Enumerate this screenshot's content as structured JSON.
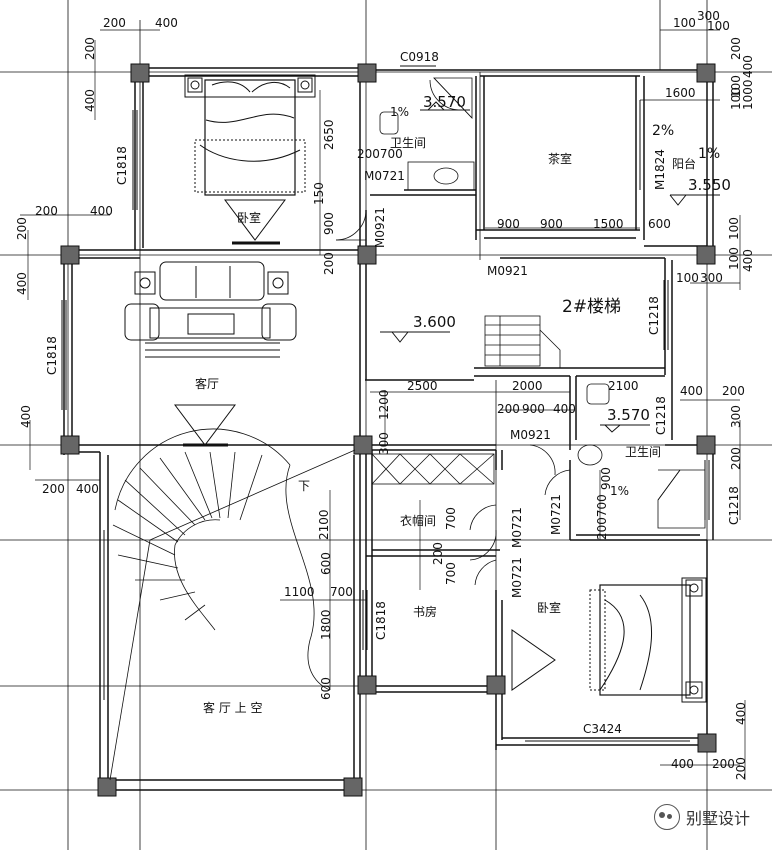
{
  "rooms": {
    "bedroom_top": "卧室",
    "bedroom_right": "卧室",
    "living": "客厅",
    "living_void": "客 厅 上 空",
    "tea_room": "茶室",
    "bath_top": "卫生间",
    "bath_right": "卫生间",
    "balcony": "阳台",
    "stair2": "2#楼梯",
    "cloak": "衣帽间",
    "study": "书房",
    "stair_down": "下"
  },
  "levels": {
    "bath_top": "3.570",
    "balcony": "3.550",
    "hall": "3.600",
    "bath_right": "3.570"
  },
  "slopes": {
    "bath_top": "1%",
    "balcony_a": "2%",
    "balcony_b": "1%",
    "bath_right": "1%"
  },
  "codes": {
    "c0918": "C0918",
    "c1818_a": "C1818",
    "c1818_b": "C1818",
    "c1818_c": "C1818",
    "m0721_a": "M0721",
    "m0921_a": "M0921",
    "m0921_b": "M0921",
    "m0921_c": "M0921",
    "m1824": "M1824",
    "c1218_a": "C1218",
    "c1218_b": "C1218",
    "c1218_c": "C1218",
    "m0721_b": "M0721",
    "m0721_c": "M0721",
    "m0721_d": "M0721",
    "c3424": "C3424"
  },
  "dims": {
    "d200a": "200",
    "d400a": "400",
    "d200b": "200",
    "d400b": "400",
    "d100a": "100",
    "d300a": "300",
    "d100b": "100",
    "d200c": "200",
    "d400c": "400",
    "d100c": "100",
    "d1000": "1000",
    "d100d": "100",
    "d1600": "1600",
    "d2650": "2650",
    "d200700a": "200700",
    "d150": "150",
    "d900a": "900",
    "d200d": "200",
    "d400d": "400",
    "d200e": "200",
    "d200f": "200",
    "d900b": "900",
    "d900c": "900",
    "d1500": "1500",
    "d600a": "600",
    "d100e": "100",
    "d100f": "100",
    "d400e": "400",
    "d300b": "300",
    "d100g": "100",
    "d400f": "400",
    "d2500": "2500",
    "d2000": "2000",
    "d2100a": "2100",
    "d1200": "1200",
    "d200g": "200",
    "d900d": "900",
    "d400g": "400",
    "d400h": "400",
    "d200h": "200",
    "d300c": "300",
    "d400i": "400",
    "d300d": "300",
    "d200i": "200",
    "d200j": "200",
    "d400j": "400",
    "d2100b": "2100",
    "d700a": "700",
    "d200k": "200",
    "d700b": "700",
    "d600b": "600",
    "d900e": "900",
    "d200700b": "200700",
    "d1100": "1100",
    "d700c": "700",
    "d1800": "1800",
    "d600c": "600",
    "d400k": "400",
    "d200l": "200",
    "d400l": "400",
    "d200m": "200"
  },
  "watermark": "别墅设计"
}
